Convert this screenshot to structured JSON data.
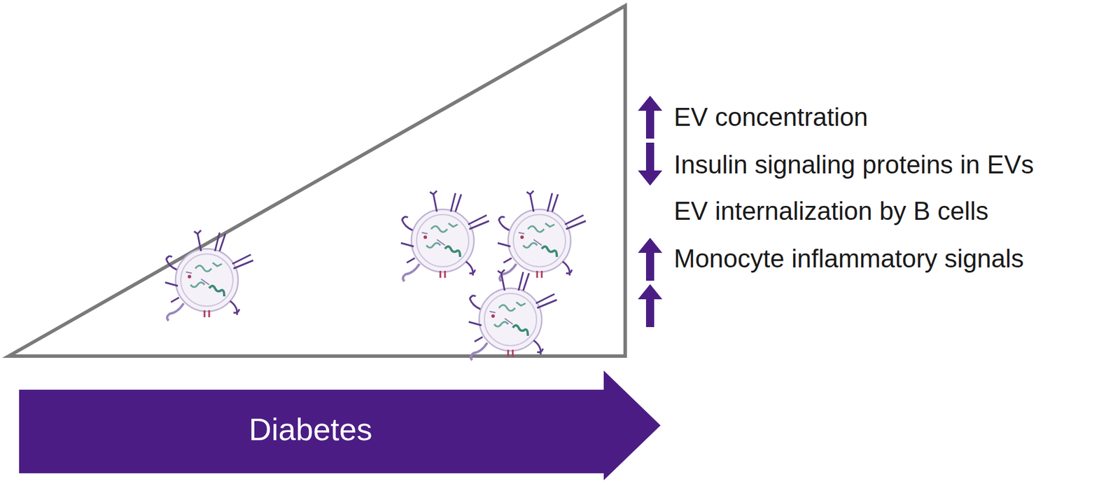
{
  "diagram": {
    "nodes": [
      {
        "text": [
          "Diabetes"
        ]
      }
    ],
    "labels": [
      "EV concentration",
      "Insulin signaling proteins in EVs",
      "EV internalization by B cells",
      "Monocyte inflammatory signals"
    ]
  }
}
